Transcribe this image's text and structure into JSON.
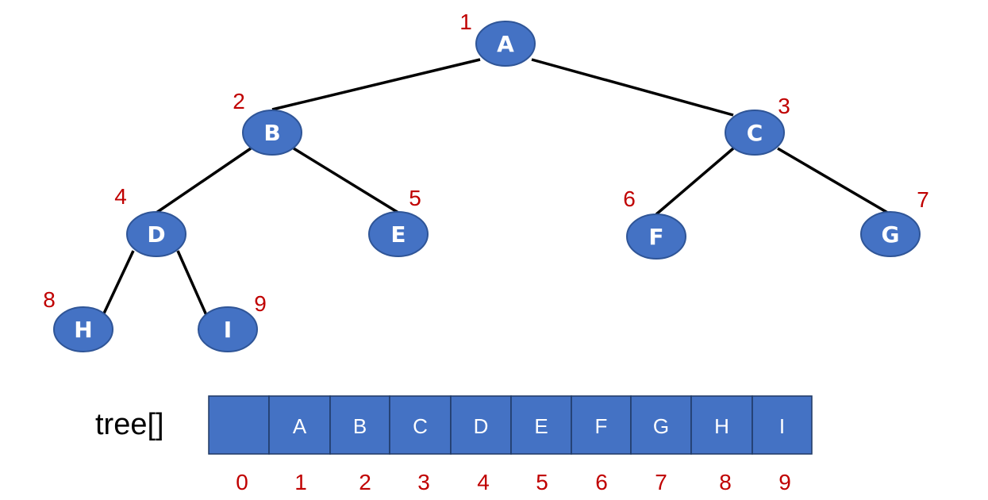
{
  "colors": {
    "node_fill": "#4472c4",
    "index_color": "#c00000",
    "edge_color": "#000000"
  },
  "tree": {
    "nodes": [
      {
        "label": "A",
        "index": "1"
      },
      {
        "label": "B",
        "index": "2"
      },
      {
        "label": "C",
        "index": "3"
      },
      {
        "label": "D",
        "index": "4"
      },
      {
        "label": "E",
        "index": "5"
      },
      {
        "label": "F",
        "index": "6"
      },
      {
        "label": "G",
        "index": "7"
      },
      {
        "label": "H",
        "index": "8"
      },
      {
        "label": "I",
        "index": "9"
      }
    ],
    "edges": [
      [
        "A",
        "B"
      ],
      [
        "A",
        "C"
      ],
      [
        "B",
        "D"
      ],
      [
        "B",
        "E"
      ],
      [
        "C",
        "F"
      ],
      [
        "C",
        "G"
      ],
      [
        "D",
        "H"
      ],
      [
        "D",
        "I"
      ]
    ]
  },
  "array": {
    "title": "tree[]",
    "cells": [
      "",
      "A",
      "B",
      "C",
      "D",
      "E",
      "F",
      "G",
      "H",
      "I"
    ],
    "indices": [
      "0",
      "1",
      "2",
      "3",
      "4",
      "5",
      "6",
      "7",
      "8",
      "9"
    ]
  }
}
